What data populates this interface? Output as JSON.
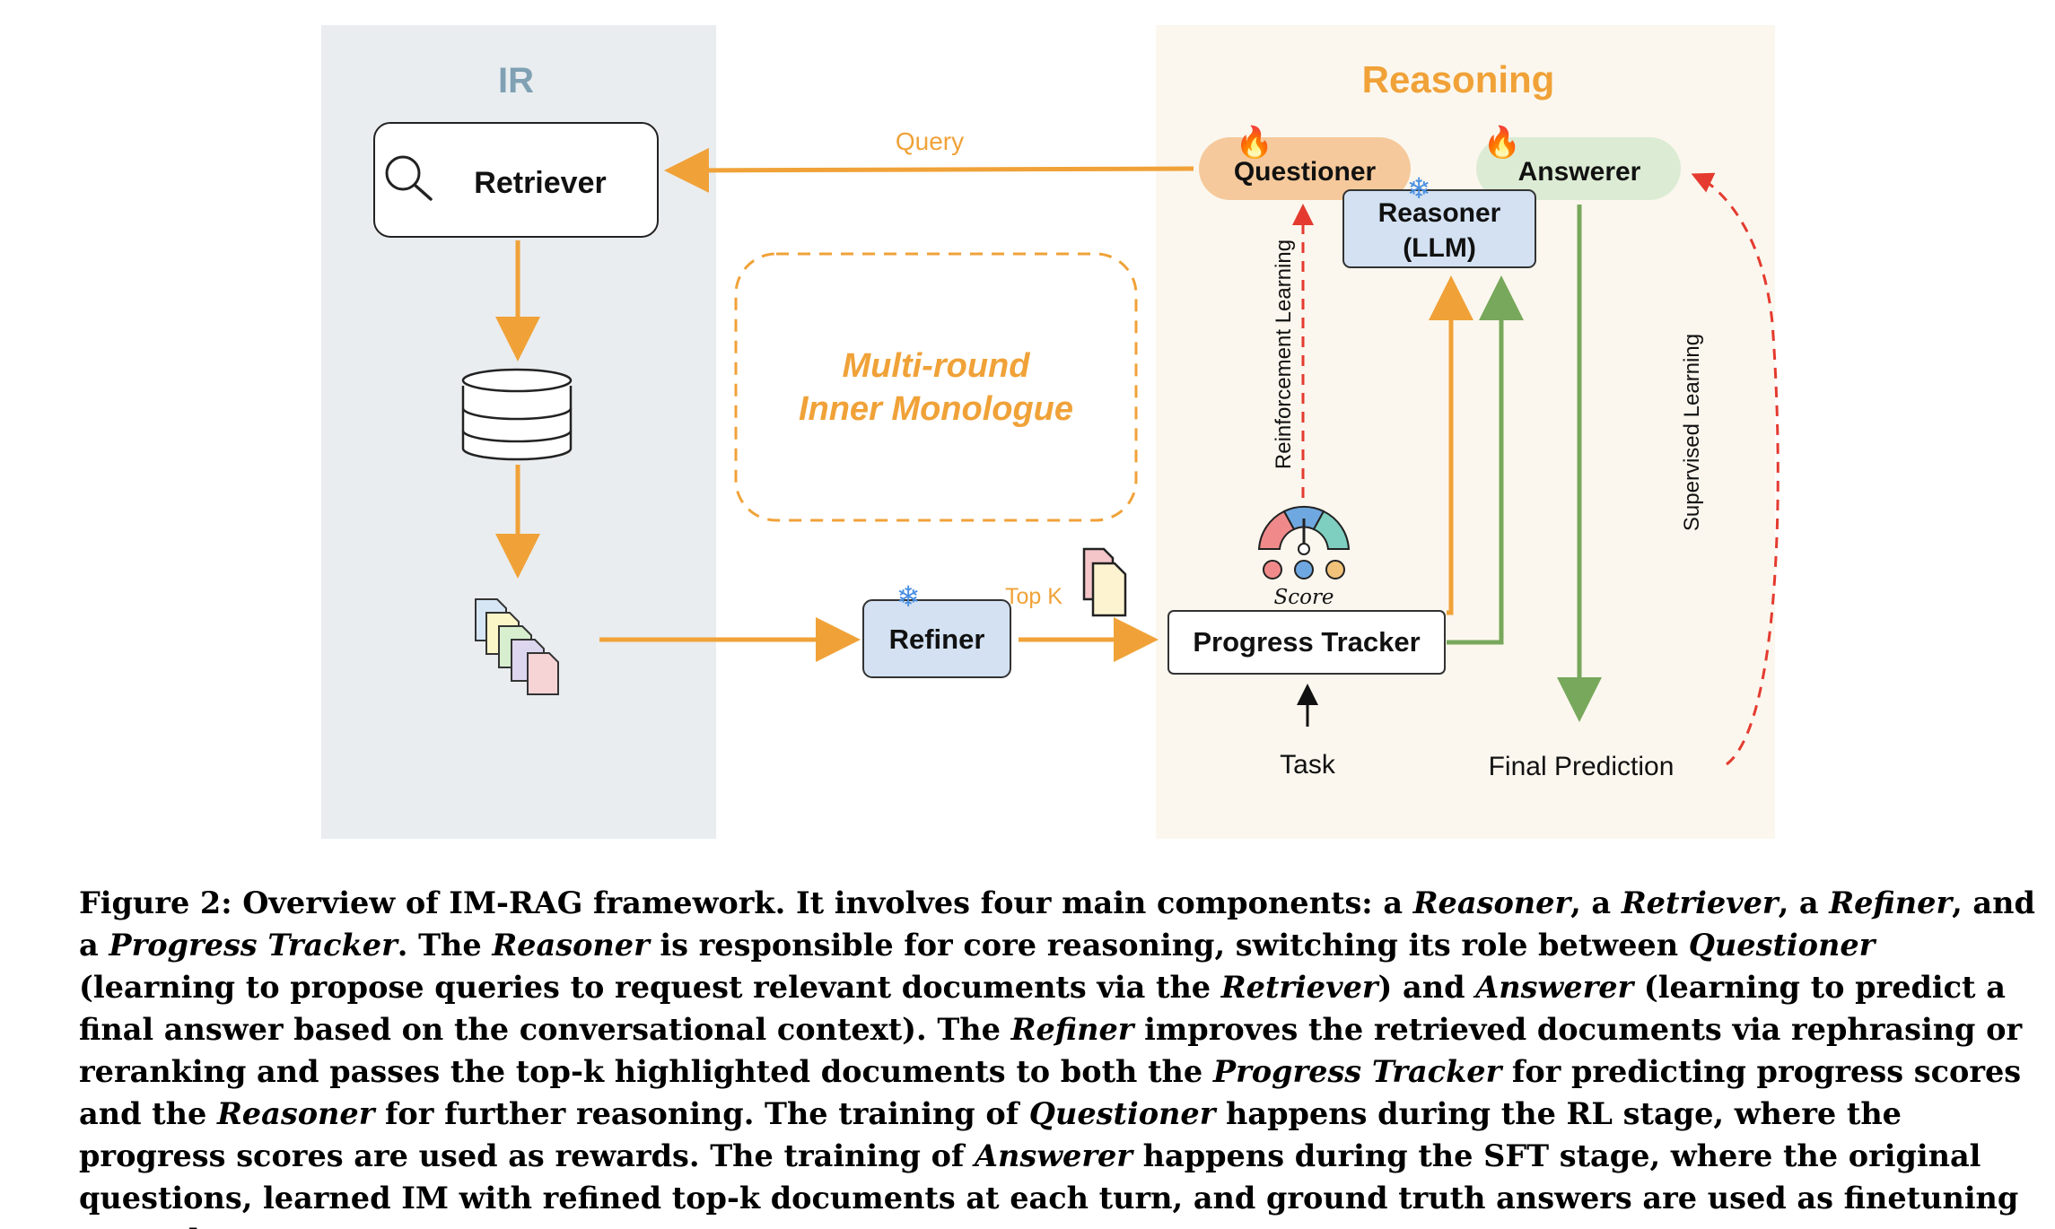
{
  "diagram": {
    "ir_title": "IR",
    "reasoning_title": "Reasoning",
    "retriever": "Retriever",
    "query": "Query",
    "questioner": "Questioner",
    "answerer": "Answerer",
    "reasoner_line1": "Reasoner",
    "reasoner_line2": "(LLM)",
    "monologue_line1": "Multi-round",
    "monologue_line2": "Inner Monologue",
    "refiner": "Refiner",
    "top_k": "Top K",
    "progress_tracker": "Progress Tracker",
    "score": "Score",
    "reinforcement_learning": "Reinforcement Learning",
    "supervised_learning": "Supervised  Learning",
    "task": "Task",
    "final_prediction": "Final Prediction",
    "colors": {
      "ir_panel": "#e9edf0",
      "reasoning_panel": "#fbf7ee",
      "orange": "#f0a238",
      "green": "#78a85c",
      "red": "#e53a2f",
      "ir_title": "#7fa1b3"
    }
  },
  "caption": {
    "figure_label": "Figure 2: Overview of IM-RAG framework. It involves four main components: a ",
    "c1": "Reasoner",
    "t1": ", a ",
    "c2": "Retriever",
    "t2": ", a ",
    "c3": "Refiner",
    "t3": ", and a ",
    "c4": "Progress Tracker",
    "t4": ". The ",
    "c5": "Reasoner",
    "t5": " is responsible for core reasoning, switching its role between ",
    "c6": "Questioner",
    "t6": " (learning to propose queries to request relevant documents via the ",
    "c7": "Retriever",
    "t7": ") and ",
    "c8": "Answerer",
    "t8": " (learning to predict a final answer based on the conversational context). The ",
    "c9": "Refiner",
    "t9": " improves the retrieved documents via rephrasing or reranking and passes the top-k highlighted documents to both the ",
    "c10": "Progress Tracker",
    "t10": " for predicting progress scores and the ",
    "c11": "Reasoner",
    "t11": " for further reasoning. The training of ",
    "c12": "Questioner",
    "t12": " happens during the RL stage, where the progress scores are used as rewards. The training of ",
    "c13": "Answerer",
    "t13": " happens during the SFT stage, where the original questions, learned IM with refined top-k documents at each turn, and ground truth answers are used as finetuning examples."
  }
}
